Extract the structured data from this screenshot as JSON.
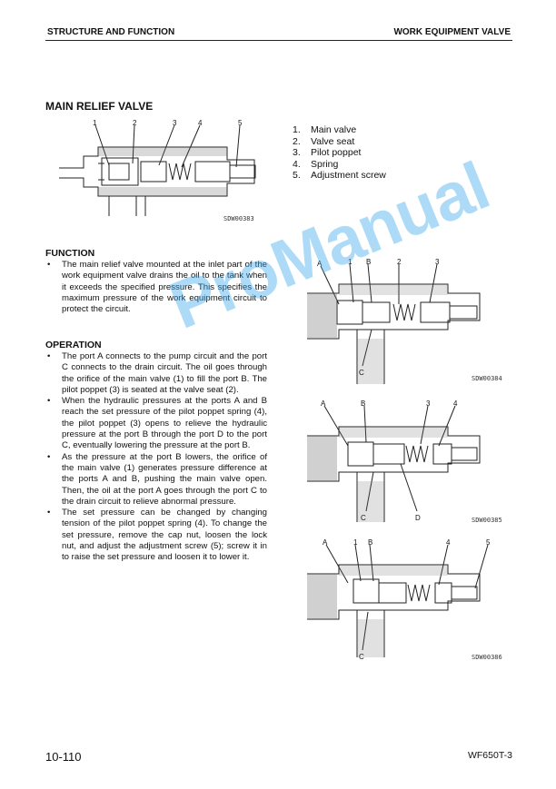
{
  "header": {
    "left": "STRUCTURE AND FUNCTION",
    "right": "WORK EQUIPMENT VALVE"
  },
  "section_title": "MAIN RELIEF VALVE",
  "parts": [
    {
      "num": "1.",
      "label": "Main valve"
    },
    {
      "num": "2.",
      "label": "Valve seat"
    },
    {
      "num": "3.",
      "label": "Pilot poppet"
    },
    {
      "num": "4.",
      "label": "Spring"
    },
    {
      "num": "5.",
      "label": "Adjustment screw"
    }
  ],
  "figures": [
    {
      "code": "SDW00383",
      "labels": [
        "1",
        "2",
        "3",
        "4",
        "5"
      ]
    },
    {
      "code": "SDW00384",
      "labels": [
        "A",
        "1",
        "B",
        "2",
        "3",
        "C"
      ]
    },
    {
      "code": "SDW00385",
      "labels": [
        "A",
        "B",
        "3",
        "4",
        "C",
        "D"
      ]
    },
    {
      "code": "SDW00386",
      "labels": [
        "A",
        "1",
        "B",
        "4",
        "5",
        "C"
      ]
    }
  ],
  "function": {
    "heading": "FUNCTION",
    "bullets": [
      "The main relief valve mounted at the inlet part of the work equipment valve drains the oil to the tank when it exceeds the specified pressure. This specifies the maximum pressure of the work equipment circuit to protect the circuit."
    ]
  },
  "operation": {
    "heading": "OPERATION",
    "bullets": [
      "The port A connects to the pump circuit and the port C connects to the drain circuit. The oil goes through the orifice of the main valve (1) to fill the port B. The pilot poppet (3) is seated at the valve seat (2).",
      "When the hydraulic pressures at the ports A and B reach the set pressure of the pilot poppet spring (4), the pilot poppet (3) opens to relieve the hydraulic pressure at the port B through the port D to the port C, eventually lowering the pressure at the port B.",
      "As the pressure at the port B lowers, the orifice of the main valve (1) generates pressure difference at the ports A and B, pushing the main valve open. Then, the oil at the port A goes through the port C to the drain circuit to relieve abnormal pressure.",
      "The set pressure can be changed by changing tension of the pilot poppet spring (4). To change the set pressure, remove the cap nut, loosen the lock nut, and adjust the adjustment screw (5); screw it in to raise the set pressure and loosen it to lower it."
    ]
  },
  "footer": {
    "page": "10-110",
    "model": "WF650T-3"
  },
  "watermark": "ProManual"
}
